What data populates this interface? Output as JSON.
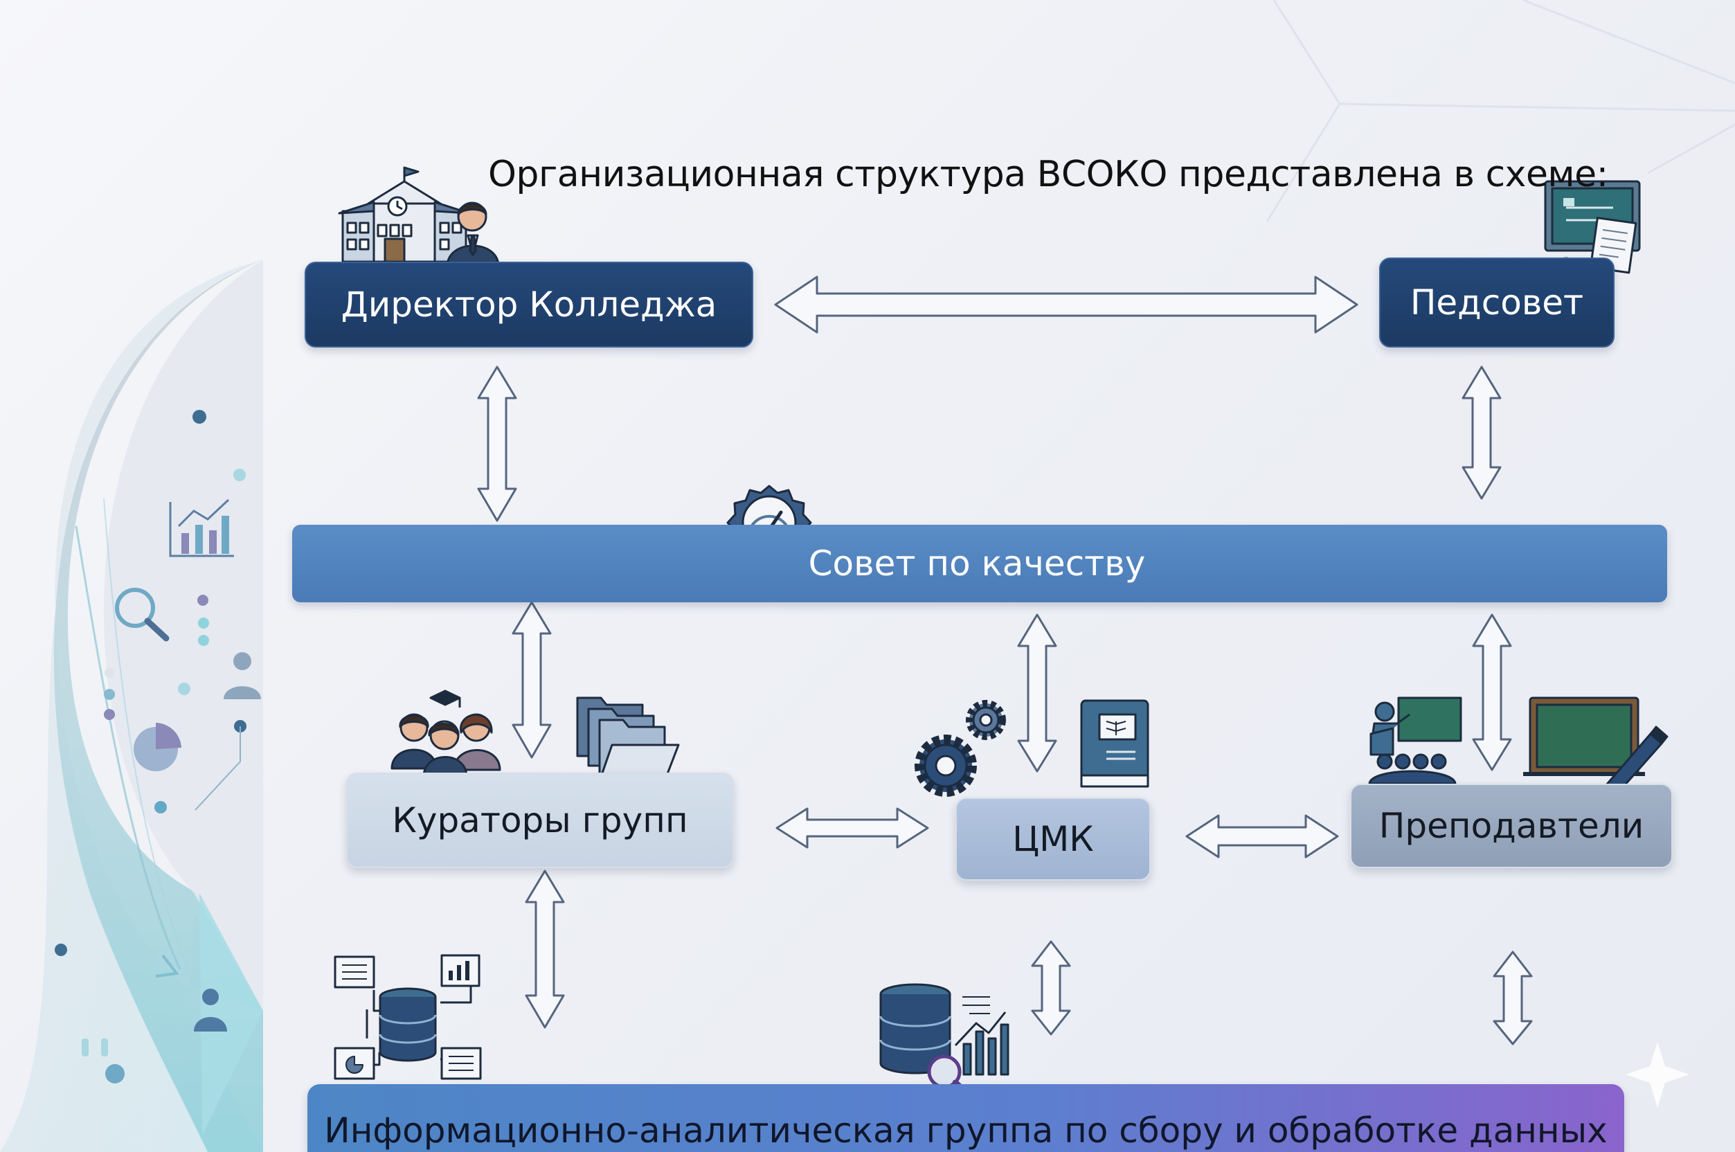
{
  "title": "Организационная структура ВСОКО представлена в схеме:",
  "nodes": {
    "director": "Директор Колледжа",
    "pedsovet": "Педсовет",
    "quality_council": "Совет по качеству",
    "curators": "Кураторы групп",
    "cmk": "ЦМК",
    "teachers": "Преподавтели",
    "analytics_group": "Информационно-аналитическая группа по сбору и обработке данных"
  },
  "colors": {
    "dark_box": "#1f4170",
    "quality_bar": "#4f80bb",
    "curators_box": "#cdd8e6",
    "cmk_box": "#a8bcd8",
    "teachers_box": "#97a7bd",
    "bottom_start": "#4d86c6",
    "bottom_end": "#8a64cc",
    "arrow_stroke": "#55657f",
    "arrow_fill": "#f7f8fb"
  },
  "icons": {
    "director": "college-building-with-director-icon",
    "pedsovet": "presentation-board-with-documents-icon",
    "quality": "quality-award-gauge-badge-icon",
    "curators": "group-of-people-icon",
    "folders": "folders-icon",
    "gears": "gears-icon",
    "book": "book-icon",
    "teacher": "teacher-at-blackboard-icon",
    "chalkboard": "chalkboard-with-pen-icon",
    "database_network": "database-network-icon",
    "database_analytics": "database-analytics-icon"
  }
}
